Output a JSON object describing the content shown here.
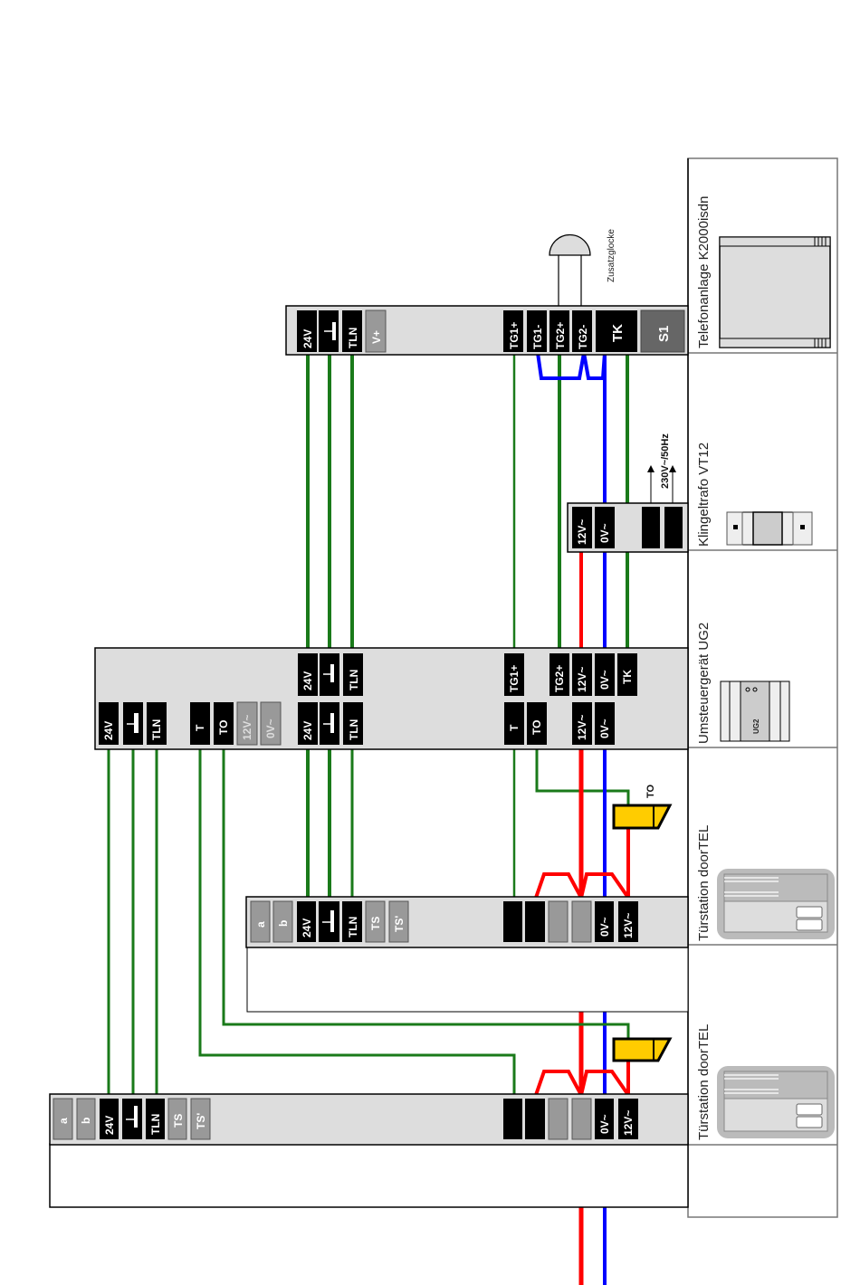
{
  "devices": {
    "telefonanlage": {
      "title": "Telefonanlage K2000isdn"
    },
    "klingeltrafo": {
      "title": "Klingeltrafo VT12",
      "mains_label": "230V~/50Hz"
    },
    "umsteuergeraet": {
      "title": "Umsteuergerät UG2",
      "badge": "UG2"
    },
    "tuerstation_1": {
      "title": "Türstation doorTEL"
    },
    "tuerstation_2": {
      "title": "Türstation doorTEL"
    }
  },
  "zusatzglocke": {
    "label": "Zusatzglocke"
  },
  "k2000_terminals": {
    "t24v": "24V",
    "gnd": "",
    "tln": "TLN",
    "vplus": "V+",
    "tg1p": "TG1+",
    "tg1m": "TG1-",
    "tg2p": "TG2+",
    "tg2m": "TG2-",
    "tk": "TK",
    "s1": "S1"
  },
  "vt12_terminals": {
    "v12": "12V~",
    "v0": "0V~"
  },
  "ug2_top_terminals": {
    "t24v": "24V",
    "gnd": "",
    "tln": "TLN",
    "tg1p": "TG1+",
    "tg2p": "TG2+",
    "v12": "12V~",
    "v0": "0V~",
    "tk": "TK"
  },
  "ug2_bottom_terminals": {
    "t24v_a": "24V",
    "gnd_a": "",
    "tln_a": "TLN",
    "t_a": "T",
    "to_a": "TO",
    "v12_a": "12V~",
    "v0_a": "0V~",
    "t24v_b": "24V",
    "gnd_b": "",
    "tln_b": "TLN",
    "t_b": "T",
    "to_b": "TO",
    "v12_b": "12V~",
    "v0_b": "0V~"
  },
  "door_terminals": {
    "a": "a",
    "b": "b",
    "t24v": "24V",
    "gnd": "",
    "tln": "TLN",
    "ts": "TS",
    "ts2": "TS'",
    "v0": "0V~",
    "v12": "12V~"
  },
  "opener_label": "TO",
  "lamp_label": "TO",
  "wire_colors": {
    "green": "#1a7a1a",
    "red": "#ff0000",
    "blue": "#0000ff",
    "black": "#000000",
    "yellow": "#ffcc00"
  }
}
